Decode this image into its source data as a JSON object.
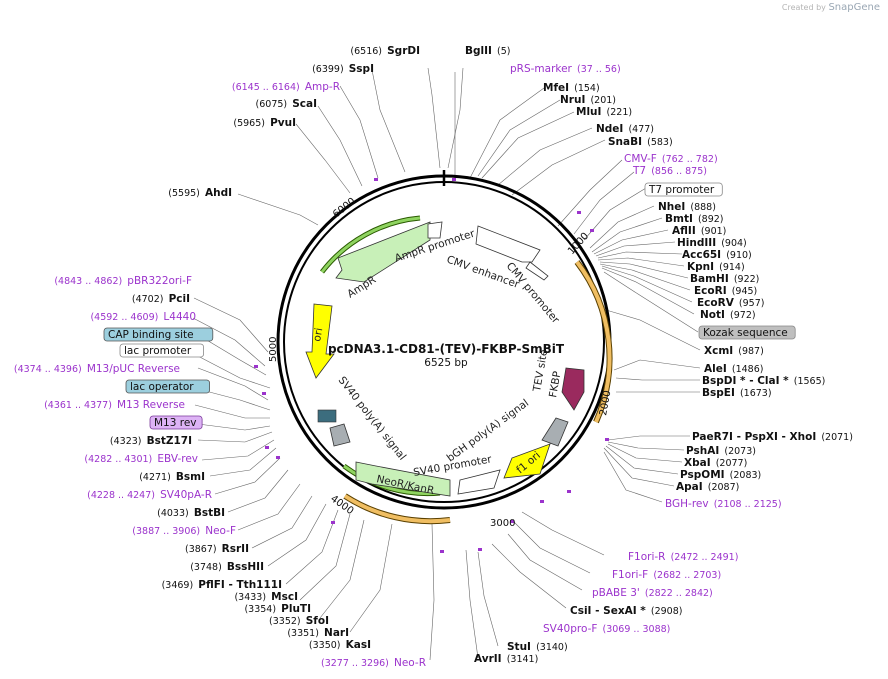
{
  "watermark": {
    "created_by": "Created by",
    "brand": "SnapGene"
  },
  "plasmid": {
    "name": "pcDNA3.1-CD81-(TEV)-FKBP-SmBiT",
    "length_label": "6525 bp",
    "length": 6525
  },
  "ticks": [
    "1000",
    "2000",
    "3000",
    "4000",
    "5000",
    "6000"
  ],
  "enzymes": [
    {
      "name": "SgrDI",
      "pos": "(6516)"
    },
    {
      "name": "BglII",
      "pos": "(5)"
    },
    {
      "name": "SspI",
      "pos": "(6399)"
    },
    {
      "name": "ScaI",
      "pos": "(6075)"
    },
    {
      "name": "PvuI",
      "pos": "(5965)"
    },
    {
      "name": "AhdI",
      "pos": "(5595)"
    },
    {
      "name": "PciI",
      "pos": "(4702)"
    },
    {
      "name": "BstZ17I",
      "pos": "(4323)"
    },
    {
      "name": "BsmI",
      "pos": "(4271)"
    },
    {
      "name": "BstBI",
      "pos": "(4033)"
    },
    {
      "name": "RsrII",
      "pos": "(3867)"
    },
    {
      "name": "BssHII",
      "pos": "(3748)"
    },
    {
      "name": "PflFI - Tth111I",
      "pos": "(3469)"
    },
    {
      "name": "MscI",
      "pos": "(3433)"
    },
    {
      "name": "PluTI",
      "pos": "(3354)"
    },
    {
      "name": "SfoI",
      "pos": "(3352)"
    },
    {
      "name": "NarI",
      "pos": "(3351)"
    },
    {
      "name": "KasI",
      "pos": "(3350)"
    },
    {
      "name": "AvrII",
      "pos": "(3141)"
    },
    {
      "name": "StuI",
      "pos": "(3140)"
    },
    {
      "name": "CsiI - SexAI *",
      "pos": "(2908)"
    },
    {
      "name": "MfeI",
      "pos": "(154)"
    },
    {
      "name": "NruI",
      "pos": "(201)"
    },
    {
      "name": "MluI",
      "pos": "(221)"
    },
    {
      "name": "NdeI",
      "pos": "(477)"
    },
    {
      "name": "SnaBI",
      "pos": "(583)"
    },
    {
      "name": "NheI",
      "pos": "(888)"
    },
    {
      "name": "BmtI",
      "pos": "(892)"
    },
    {
      "name": "AflII",
      "pos": "(901)"
    },
    {
      "name": "HindIII",
      "pos": "(904)"
    },
    {
      "name": "Acc65I",
      "pos": "(910)"
    },
    {
      "name": "KpnI",
      "pos": "(914)"
    },
    {
      "name": "BamHI",
      "pos": "(922)"
    },
    {
      "name": "EcoRI",
      "pos": "(945)"
    },
    {
      "name": "EcoRV",
      "pos": "(957)"
    },
    {
      "name": "NotI",
      "pos": "(972)"
    },
    {
      "name": "XcmI",
      "pos": "(987)"
    },
    {
      "name": "AleI",
      "pos": "(1486)"
    },
    {
      "name": "BspDI * - ClaI *",
      "pos": "(1565)"
    },
    {
      "name": "BspEI",
      "pos": "(1673)"
    },
    {
      "name": "PaeR7I - PspXI - XhoI",
      "pos": "(2071)"
    },
    {
      "name": "PshAI",
      "pos": "(2073)"
    },
    {
      "name": "XbaI",
      "pos": "(2077)"
    },
    {
      "name": "PspOMI",
      "pos": "(2083)"
    },
    {
      "name": "ApaI",
      "pos": "(2087)"
    }
  ],
  "features": [
    {
      "name": "pRS-marker",
      "pos": "(37 .. 56)"
    },
    {
      "name": "Amp-R",
      "pos": "(6145 .. 6164)"
    },
    {
      "name": "CMV-F",
      "pos": "(762 .. 782)"
    },
    {
      "name": "T7",
      "pos": "(856 .. 875)"
    },
    {
      "name": "pBR322ori-F",
      "pos": "(4843 .. 4862)"
    },
    {
      "name": "L4440",
      "pos": "(4592 .. 4609)"
    },
    {
      "name": "M13/pUC Reverse",
      "pos": "(4374 .. 4396)"
    },
    {
      "name": "M13 Reverse",
      "pos": "(4361 .. 4377)"
    },
    {
      "name": "EBV-rev",
      "pos": "(4282 .. 4301)"
    },
    {
      "name": "SV40pA-R",
      "pos": "(4228 .. 4247)"
    },
    {
      "name": "Neo-F",
      "pos": "(3887 .. 3906)"
    },
    {
      "name": "Neo-R",
      "pos": "(3277 .. 3296)"
    },
    {
      "name": "SV40pro-F",
      "pos": "(3069 .. 3088)"
    },
    {
      "name": "pBABE 3'",
      "pos": "(2822 .. 2842)"
    },
    {
      "name": "F1ori-F",
      "pos": "(2682 .. 2703)"
    },
    {
      "name": "F1ori-R",
      "pos": "(2472 .. 2491)"
    },
    {
      "name": "BGH-rev",
      "pos": "(2108 .. 2125)"
    }
  ],
  "boxed_labels": [
    {
      "name": "T7 promoter"
    },
    {
      "name": "Kozak sequence"
    },
    {
      "name": "CAP binding site"
    },
    {
      "name": "lac promoter"
    },
    {
      "name": "lac operator"
    },
    {
      "name": "M13 rev"
    }
  ],
  "inner_labels": [
    "AmpR promoter",
    "AmpR",
    "CMV enhancer",
    "CMV promoter",
    "ori",
    "TEV site",
    "FKBP",
    "SV40 poly(A) signal",
    "bGH poly(A) signal",
    "f1 ori",
    "SV40 promoter",
    "NeoR/KanR"
  ],
  "colors": {
    "feature_text": "#9b33cc",
    "ampr": "#c8f0b8",
    "ori": "#ffff00",
    "fkbp": "#9a2a5e",
    "neor": "#c8f0b8",
    "cds_arc": "#e8a93e",
    "boxed_blue": "#9ccfde",
    "boxed_purple": "#ddb3f5"
  }
}
